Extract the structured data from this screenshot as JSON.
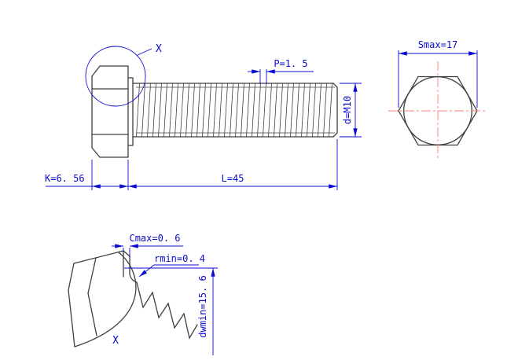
{
  "colors": {
    "line": "#3f3f3f",
    "dimension": "#0b0bcf",
    "centerline": "#ff7b7b",
    "background": "#ffffff"
  },
  "main_view": {
    "detail_label": "X",
    "dim_pitch": "P=1. 5",
    "dim_diameter": "d=M10",
    "dim_head_height": "K=6. 56",
    "dim_length": "L=45"
  },
  "end_view": {
    "dim_across_flats": "Smax=17"
  },
  "detail_view": {
    "dim_chamfer": "Cmax=0. 6",
    "dim_fillet_radius": "rmin=0. 4",
    "dim_washer_diameter": "dwmin=15. 6",
    "label": "X"
  }
}
